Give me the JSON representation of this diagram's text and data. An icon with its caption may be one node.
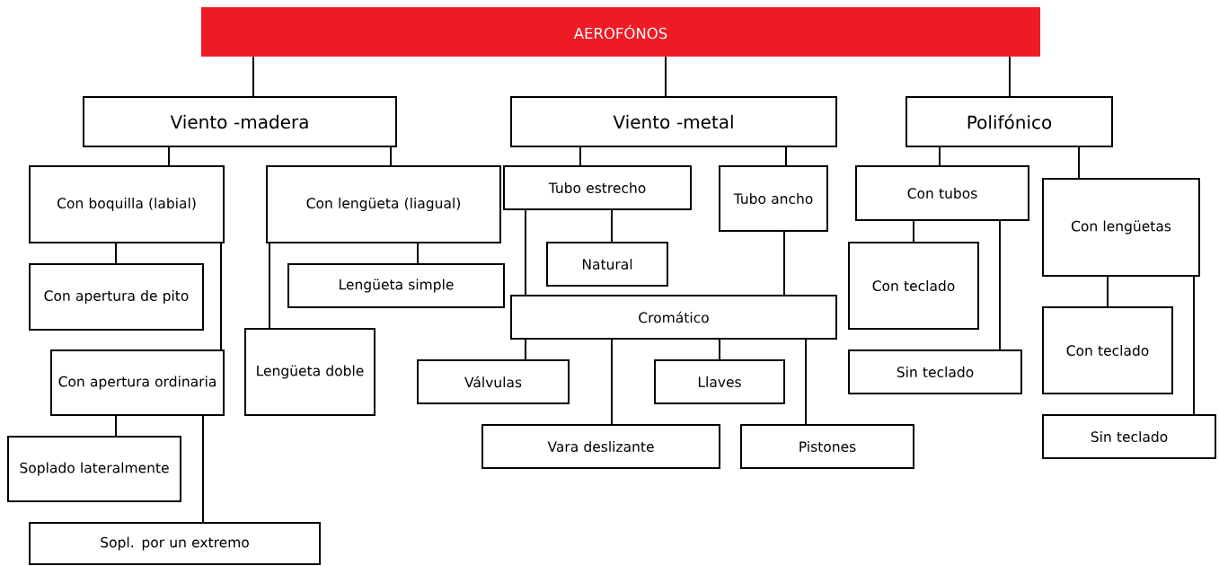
{
  "diagram": {
    "nodes": [
      {
        "text": [
          "AEROFÓNOS"
        ]
      },
      {
        "text": [
          "Viento -madera"
        ]
      },
      {
        "text": [
          "Viento -metal"
        ]
      },
      {
        "text": [
          "Polifónico"
        ]
      },
      {
        "text": [
          "Con boquilla (labial)"
        ]
      },
      {
        "text": [
          "Con lengüeta (liagual)"
        ]
      },
      {
        "text": [
          "Con apertura de pito"
        ]
      },
      {
        "text": [
          "Lengüeta simple"
        ]
      },
      {
        "text": [
          "Con apertura ordinaria"
        ]
      },
      {
        "text": [
          "Lengüeta doble"
        ]
      },
      {
        "text": [
          "Soplado lateralmente"
        ]
      },
      {
        "text": [
          "Sopl. por un extremo"
        ]
      },
      {
        "text": [
          "Tubo estrecho"
        ]
      },
      {
        "text": [
          "Tubo ancho"
        ]
      },
      {
        "text": [
          "Natural"
        ]
      },
      {
        "text": [
          "Cromático"
        ]
      },
      {
        "text": [
          "Válvulas"
        ]
      },
      {
        "text": [
          "Llaves"
        ]
      },
      {
        "text": [
          "Vara deslizante"
        ]
      },
      {
        "text": [
          "Pistones"
        ]
      },
      {
        "text": [
          "Con tubos"
        ]
      },
      {
        "text": [
          "Con lengüetas"
        ]
      },
      {
        "text": [
          "Con teclado"
        ]
      },
      {
        "text": [
          "Sin teclado"
        ]
      },
      {
        "text": [
          "Con teclado"
        ]
      },
      {
        "text": [
          "Sin teclado"
        ]
      }
    ],
    "edges": [
      {
        "from": 0,
        "to": 1,
        "arrow": "none"
      },
      {
        "from": 0,
        "to": 2,
        "arrow": "none"
      },
      {
        "from": 0,
        "to": 3,
        "arrow": "none"
      },
      {
        "from": 1,
        "to": 4,
        "arrow": "none"
      },
      {
        "from": 1,
        "to": 5,
        "arrow": "none"
      },
      {
        "from": 4,
        "to": 6,
        "arrow": "none"
      },
      {
        "from": 4,
        "to": 8,
        "arrow": "none"
      },
      {
        "from": 8,
        "to": 10,
        "arrow": "none"
      },
      {
        "from": 8,
        "to": 11,
        "arrow": "none"
      },
      {
        "from": 5,
        "to": 7,
        "arrow": "none"
      },
      {
        "from": 5,
        "to": 9,
        "arrow": "none"
      },
      {
        "from": 2,
        "to": 12,
        "arrow": "none"
      },
      {
        "from": 2,
        "to": 13,
        "arrow": "none"
      },
      {
        "from": 12,
        "to": 14,
        "arrow": "none"
      },
      {
        "from": 12,
        "to": 15,
        "arrow": "none"
      },
      {
        "from": 13,
        "to": 15,
        "arrow": "none"
      },
      {
        "from": 15,
        "to": 16,
        "arrow": "none"
      },
      {
        "from": 15,
        "to": 18,
        "arrow": "none"
      },
      {
        "from": 15,
        "to": 17,
        "arrow": "none"
      },
      {
        "from": 15,
        "to": 19,
        "arrow": "none"
      },
      {
        "from": 3,
        "to": 20,
        "arrow": "none"
      },
      {
        "from": 3,
        "to": 21,
        "arrow": "none"
      },
      {
        "from": 20,
        "to": 22,
        "arrow": "none"
      },
      {
        "from": 20,
        "to": 23,
        "arrow": "none"
      },
      {
        "from": 21,
        "to": 24,
        "arrow": "none"
      },
      {
        "from": 21,
        "to": 25,
        "arrow": "none"
      }
    ]
  }
}
